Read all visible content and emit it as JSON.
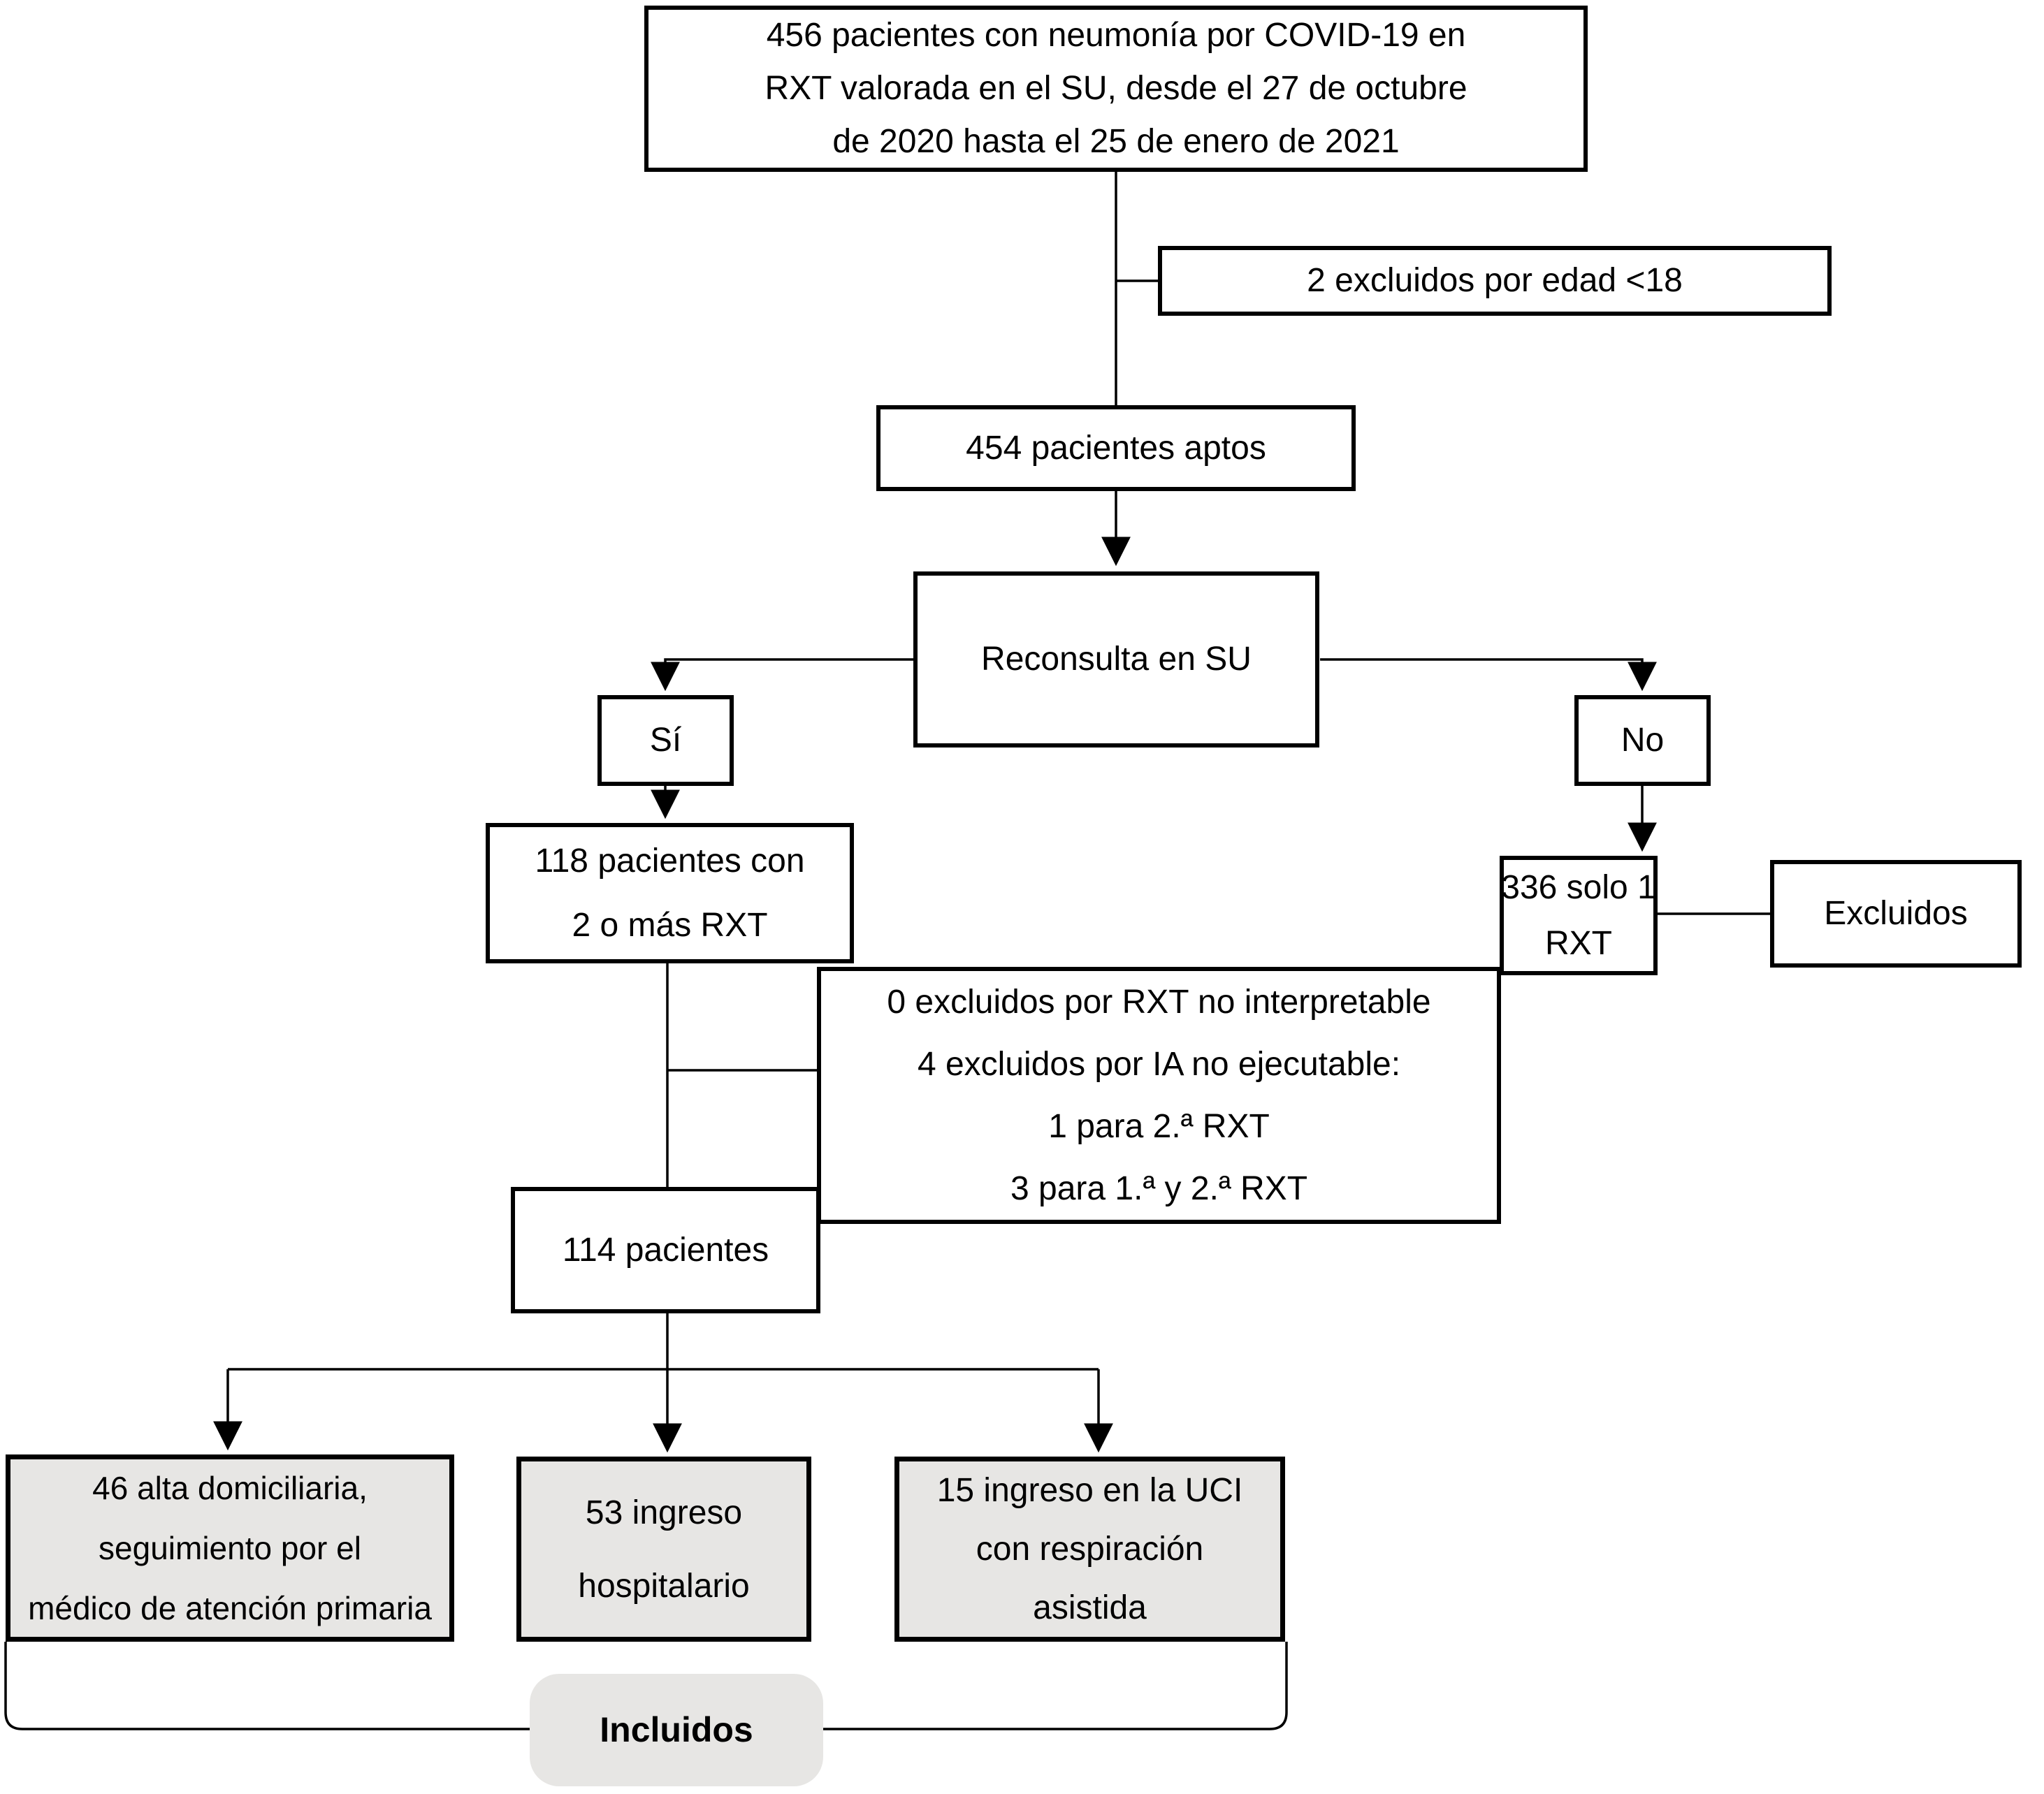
{
  "diagram": {
    "title": "Flujo de pacientes del estudio",
    "colors": {
      "background": "#ffffff",
      "box_fill": "#ffffff",
      "gray_fill": "#e7e6e4",
      "line": "#000000",
      "text": "#000000"
    },
    "nodes": {
      "enrollment": {
        "lines": [
          "456 pacientes con neumonía por COVID-19 en",
          "RXT valorada en el SU, desde el 27 de octubre",
          "de 2020 hasta el 25 de enero de 2021"
        ]
      },
      "excluded_age": {
        "label": "2 excluidos por edad <18"
      },
      "eligible": {
        "label": "454 pacientes aptos"
      },
      "reconsult": {
        "label": "Reconsulta en SU"
      },
      "yes_branch": {
        "label": "Sí"
      },
      "no_branch": {
        "label": "No"
      },
      "two_or_more_rxt": {
        "lines": [
          "118 pacientes con",
          "2 o más RXT"
        ]
      },
      "excluded_ai": {
        "lines": [
          "0 excluidos por RXT no interpretable",
          "4 excluidos por IA no ejecutable:",
          "1 para 2.ª RXT",
          "3 para 1.ª y 2.ª RXT"
        ]
      },
      "patients_114": {
        "label": "114 pacientes"
      },
      "single_rxt": {
        "lines": [
          "336 solo 1",
          "RXT"
        ]
      },
      "excluded_single": {
        "label": "Excluidos"
      },
      "home_discharge": {
        "lines": [
          "46 alta domiciliaria,",
          "seguimiento por el",
          "médico de atención primaria"
        ]
      },
      "hospital_admission": {
        "lines": [
          "53 ingreso",
          "hospitalario"
        ]
      },
      "icu_admission": {
        "lines": [
          "15 ingreso en la UCI",
          "con respiración",
          "asistida"
        ]
      },
      "included": {
        "label": "Incluidos"
      }
    }
  }
}
